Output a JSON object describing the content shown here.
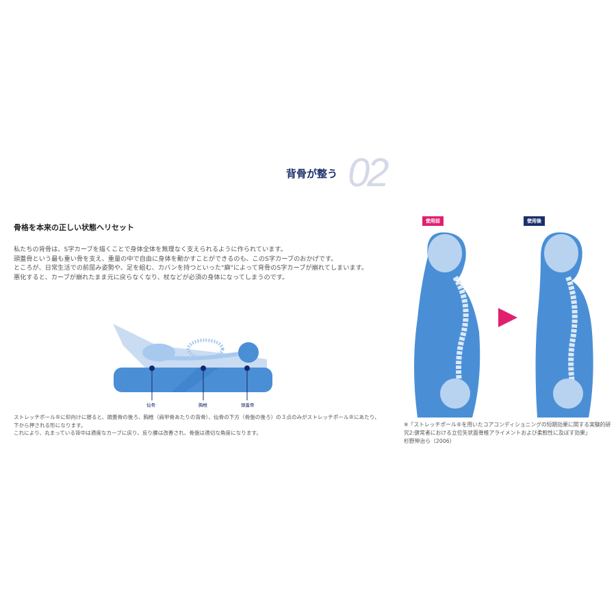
{
  "section": {
    "number": "02",
    "title": "背骨が整う"
  },
  "heading": "骨格を本来の正しい状態へリセット",
  "paragraphs": [
    "私たちの背骨は、S字カーブを描くことで身体全体を無理なく支えられるように作られています。",
    "頭蓋骨という最も重い骨を支え、重量の中で自由に身体を動かすことができるのも、このS字カーブのおかげです。",
    "ところが、日常生活での前屈み姿勢や、足を組む、カバンを持つといった\"癖\"によって背骨のS字カーブが崩れてしまいます。",
    "悪化すると、カーブが崩れたまま元に戻らなくなり、杖などが必須の身体になってしまうのです。"
  ],
  "diagram_labels": [
    "仙骨",
    "胸椎",
    "頭蓋骨"
  ],
  "caption": [
    "ストレッチポール®に仰向けに寝ると、頭蓋骨の後ろ、胸椎（肩甲骨あたりの背骨）、仙骨の下方（骨盤の後ろ）の３点のみがストレッチポール®にあたり、下から押される形になります。",
    "これにより、丸まっている背中は適度なカーブに戻り、反り腰は改善され、骨盤は適切な角度になります。"
  ],
  "before_badge": "使用前",
  "after_badge": "使用後",
  "note": [
    "※「ストレッチポール®を用いたコアコンディショニングの短期効果に関する実験的研究2:健常者における立位矢状面脊椎アライメントおよび柔軟性に及ぼす効果」",
    "杉野伸治ら（2006）"
  ],
  "colors": {
    "navy": "#1c2f6b",
    "pink": "#e0206f",
    "body_blue": "#4a8fd6",
    "light_blue": "#b8d3f0"
  }
}
